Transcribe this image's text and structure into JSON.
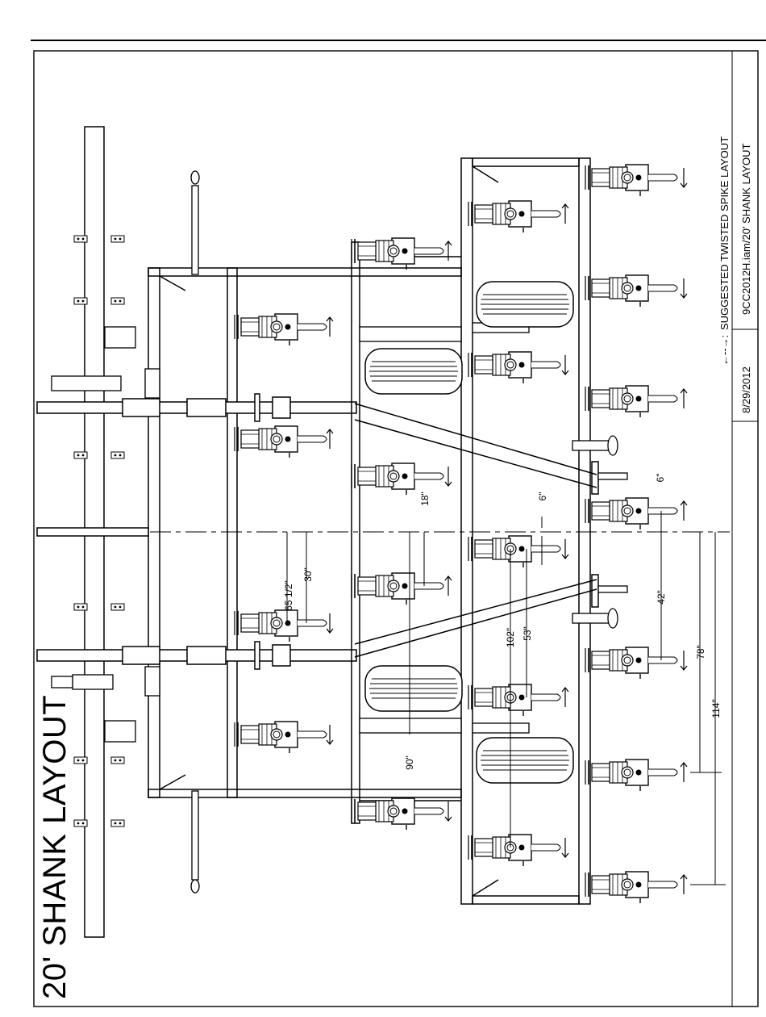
{
  "sheet": {
    "title": "20' SHANK LAYOUT",
    "legend_text": "SUGGESTED TWISTED SPIKE LAYOUT",
    "legend_arrow_symbol": "←--→:",
    "file_path": "9CC2012H.iam/20' SHANK LAYOUT",
    "date": "8/29/2012"
  },
  "dimensions": {
    "d_65_half": "65 1/2\"",
    "d_30": "30\"",
    "d_18": "18\"",
    "d_6_center": "6\"",
    "d_6_rear": "6\"",
    "d_102": "102\"",
    "d_53": "53\"",
    "d_42": "42\"",
    "d_78": "78\"",
    "d_114": "114\"",
    "d_90": "90\""
  }
}
